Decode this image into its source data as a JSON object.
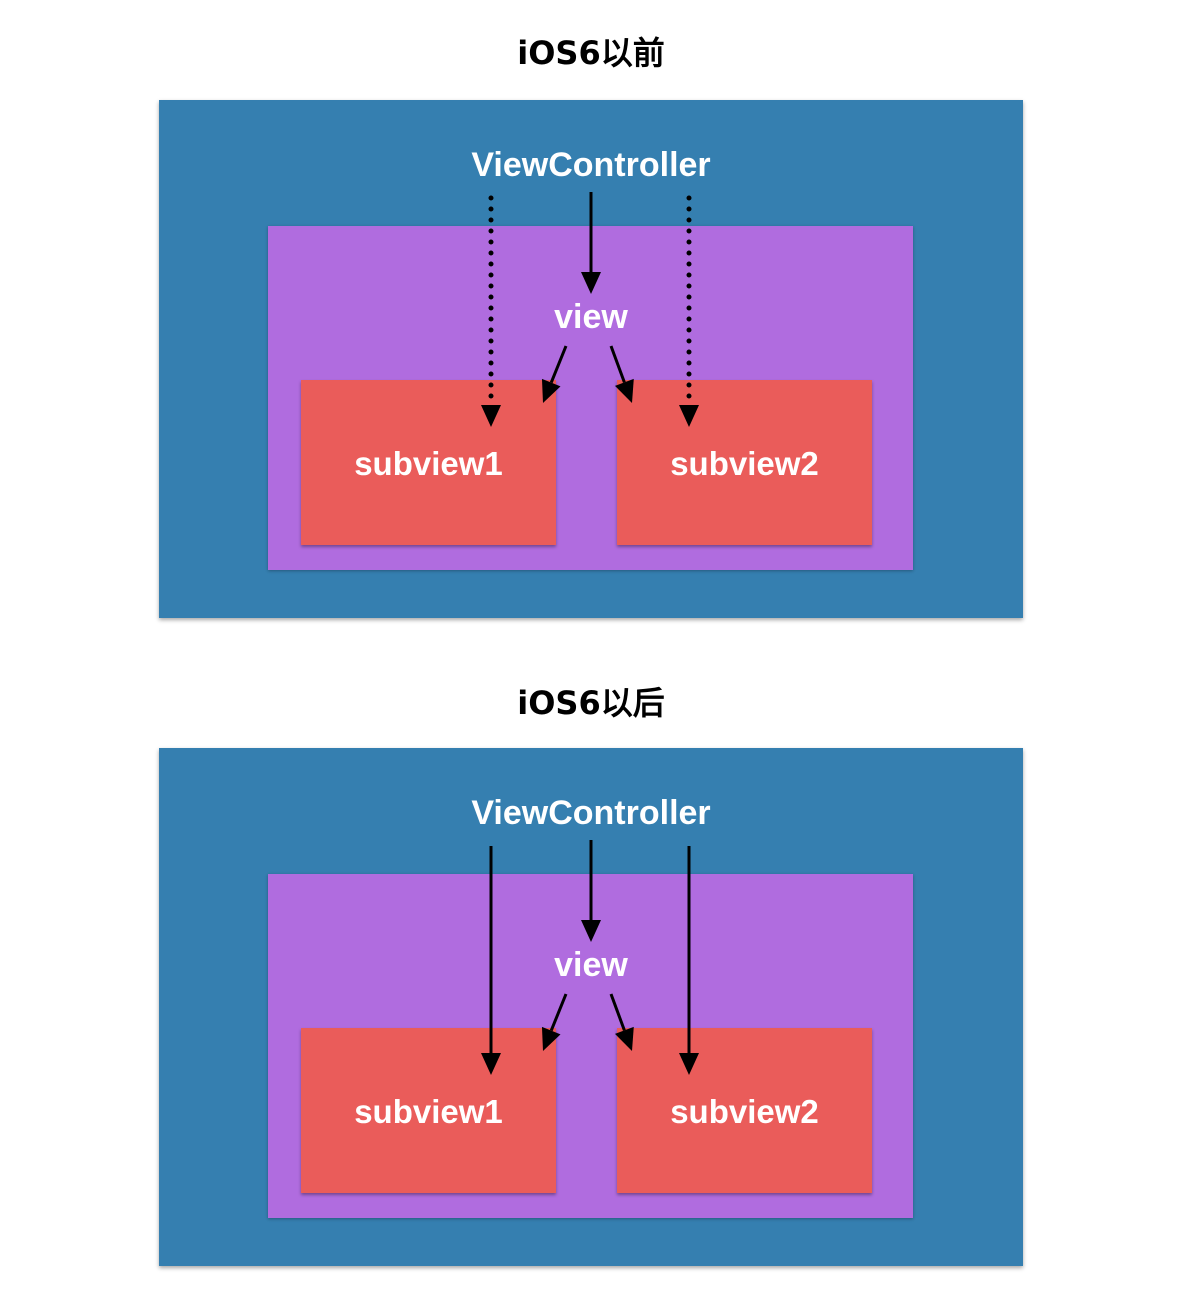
{
  "colors": {
    "outer": "#357fb0",
    "inner": "#b06cdf",
    "box": "#ea5c5a",
    "arrow": "#000000",
    "label": "#ffffff"
  },
  "diagrams": [
    {
      "title": "iOS6以前",
      "controller_label": "ViewController",
      "view_label": "view",
      "subview1_label": "subview1",
      "subview2_label": "subview2",
      "side_arrow_style": "dotted"
    },
    {
      "title": "iOS6以后",
      "controller_label": "ViewController",
      "view_label": "view",
      "subview1_label": "subview1",
      "subview2_label": "subview2",
      "side_arrow_style": "solid"
    }
  ]
}
